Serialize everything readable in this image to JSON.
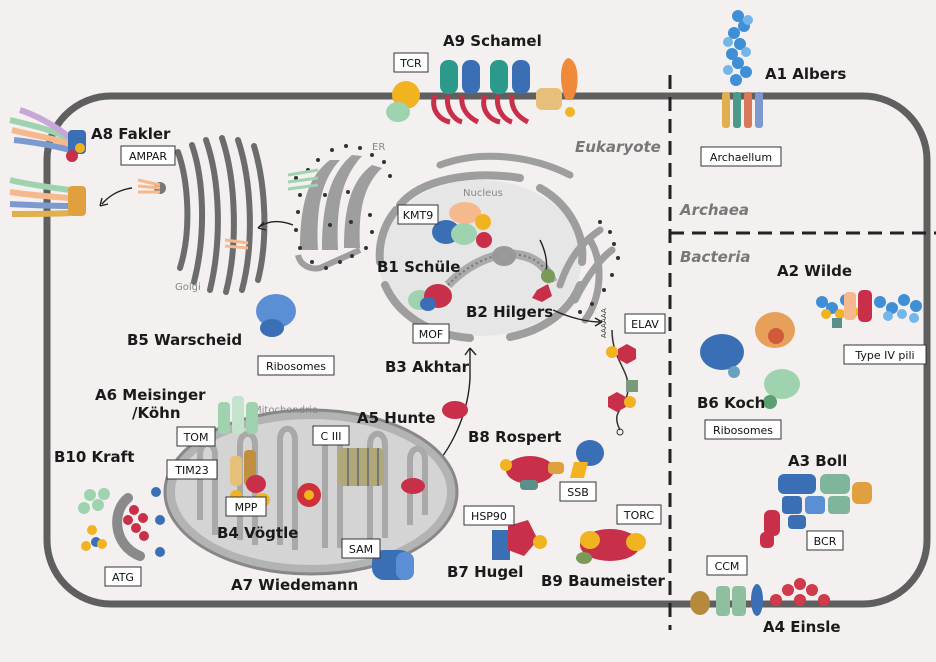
{
  "regions": {
    "eukaryote": "Eukaryote",
    "archaea": "Archaea",
    "bacteria": "Bacteria"
  },
  "organelles": {
    "er": "ER",
    "nucleus": "Nucleus",
    "golgi": "Golgi",
    "mitochondria": "Mitochondria"
  },
  "labels": {
    "a1": "A1 Albers",
    "a2": "A2 Wilde",
    "a3": "A3 Boll",
    "a4": "A4 Einsle",
    "a5": "A5 Hunte",
    "a6_line1": "A6 Meisinger",
    "a6_line2": "/Köhn",
    "a7": "A7 Wiedemann",
    "a8": "A8 Fakler",
    "a9": "A9 Schamel",
    "b1": "B1 Schüle",
    "b2": "B2 Hilgers",
    "b3": "B3 Akhtar",
    "b4": "B4 Vögtle",
    "b5": "B5 Warscheid",
    "b6": "B6 Koch",
    "b7": "B7 Hugel",
    "b8": "B8 Rospert",
    "b9": "B9 Baumeister",
    "b10": "B10 Kraft"
  },
  "boxes": {
    "tcr": "TCR",
    "archaellum": "Archaellum",
    "ampar": "AMPAR",
    "kmt9": "KMT9",
    "mof": "MOF",
    "elav": "ELAV",
    "ribosomes_euk": "Ribosomes",
    "type4": "Type IV pili",
    "ribosomes_bac": "Ribosomes",
    "tom": "TOM",
    "tim23": "TIM23",
    "ciii": "C III",
    "mpp": "MPP",
    "sam": "SAM",
    "hsp90": "HSP90",
    "ssb": "SSB",
    "torc": "TORC",
    "bcr": "BCR",
    "ccm": "CCM",
    "atg": "ATG"
  },
  "misc": {
    "polya": "AAAAAA"
  },
  "colors": {
    "membrane": "#555555",
    "organelle_fill": "#d9d9d9",
    "cell_fill": "#f3f0ef"
  }
}
